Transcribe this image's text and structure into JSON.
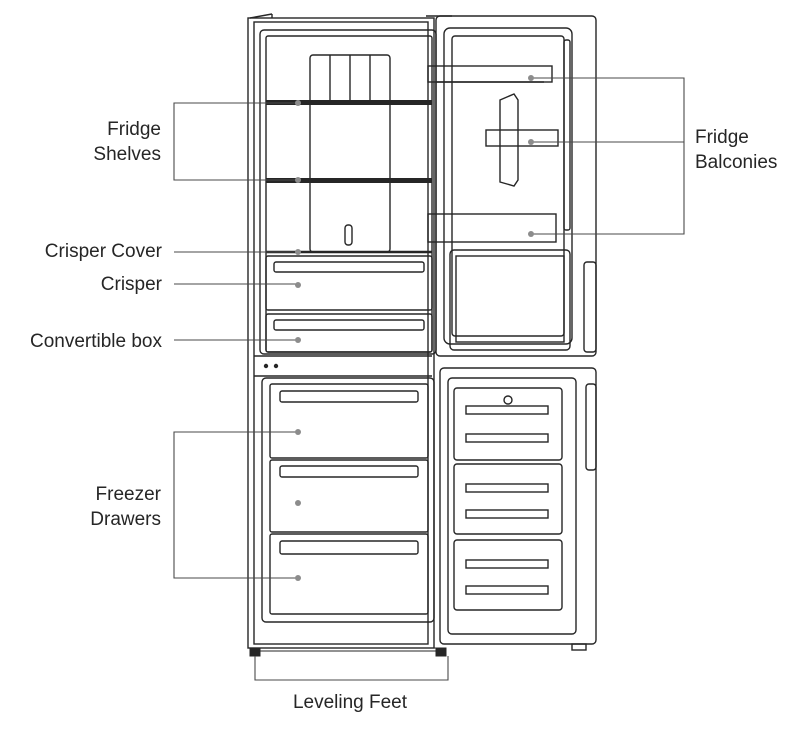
{
  "labels": {
    "fridge_shelves": [
      "Fridge",
      "Shelves"
    ],
    "crisper_cover": "Crisper Cover",
    "crisper": "Crisper",
    "convertible_box": "Convertible box",
    "freezer_drawers": [
      "Freezer",
      "Drawers"
    ],
    "fridge_balconies": [
      "Fridge",
      "Balconies"
    ],
    "leveling_feet": "Leveling Feet"
  },
  "colors": {
    "line": "#262626",
    "leader": "#4a4a4a",
    "dot": "#8c8c8c",
    "text": "#262626"
  }
}
